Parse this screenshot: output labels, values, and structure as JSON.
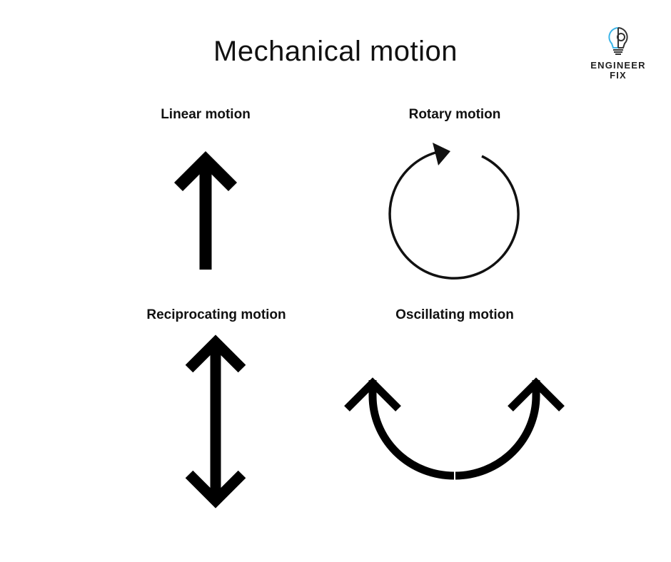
{
  "title": "Mechanical motion",
  "logo": {
    "line1": "ENGINEER",
    "line2": "FIX",
    "accent": "#3bb5e8"
  },
  "panels": [
    {
      "label": "Linear motion",
      "icon": "straight-up-arrow-icon"
    },
    {
      "label": "Rotary motion",
      "icon": "circular-arrow-icon"
    },
    {
      "label": "Reciprocating motion",
      "icon": "double-headed-arrow-icon"
    },
    {
      "label": "Oscillating motion",
      "icon": "u-shaped-double-arrow-icon"
    }
  ]
}
